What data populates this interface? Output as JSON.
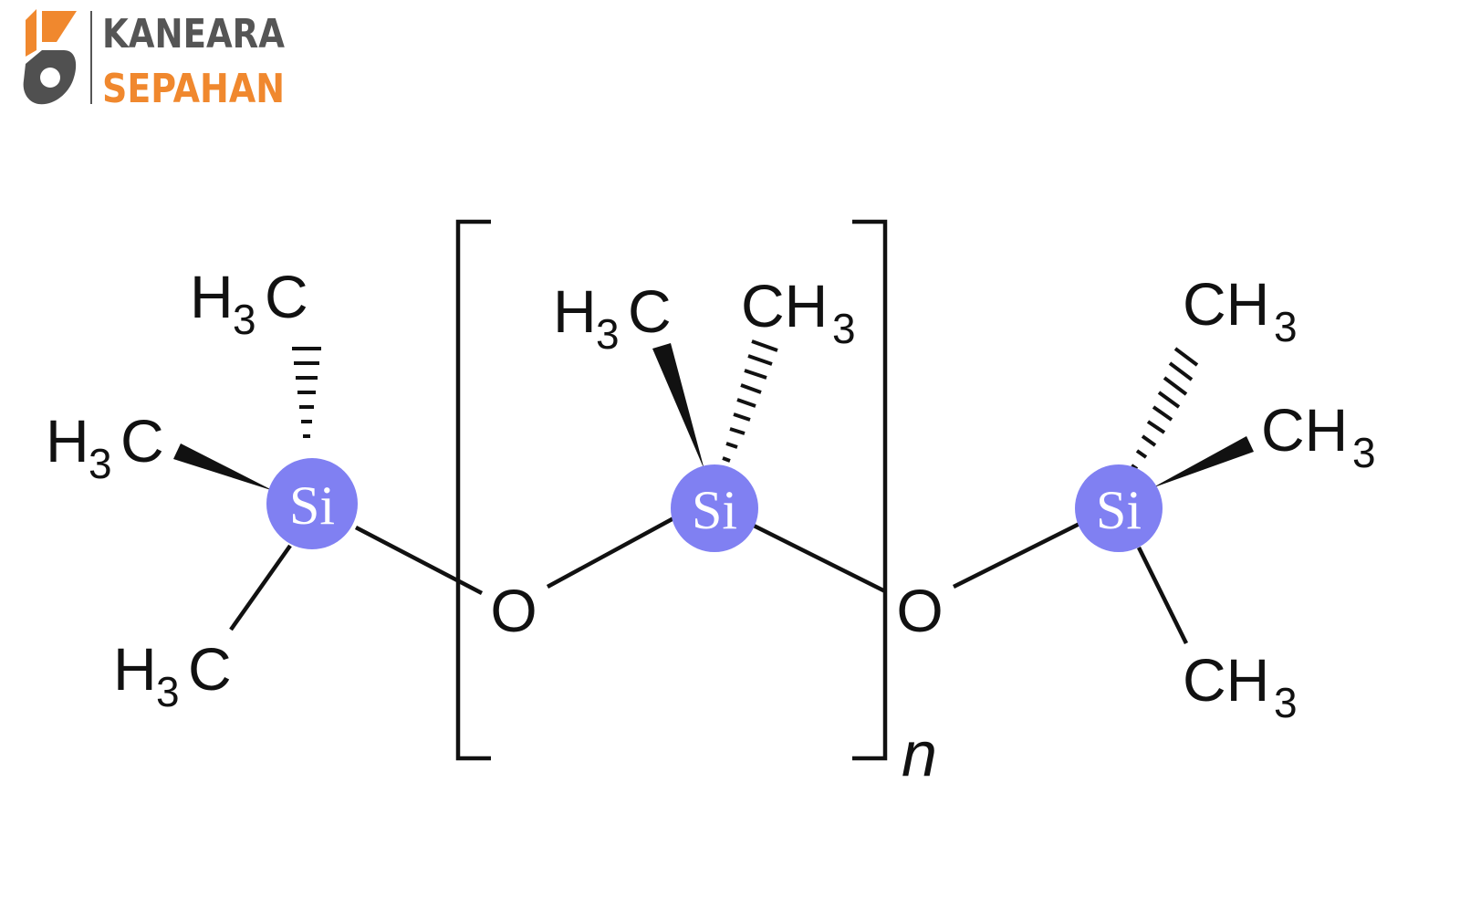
{
  "logo": {
    "line1": "KANEARA",
    "line2": "SEPAHAN",
    "colors": {
      "gray": "#555555",
      "orange": "#f0882e"
    }
  },
  "molecule": {
    "colors": {
      "silicon": "#8080f2",
      "bond": "#111111"
    },
    "silicon_label": "Si",
    "oxygen_label": "O",
    "methyl_left": {
      "H": "H",
      "sub": "3",
      "C": "C"
    },
    "methyl_right": {
      "C": "CH",
      "sub": "3"
    },
    "repeat_index": "n"
  }
}
